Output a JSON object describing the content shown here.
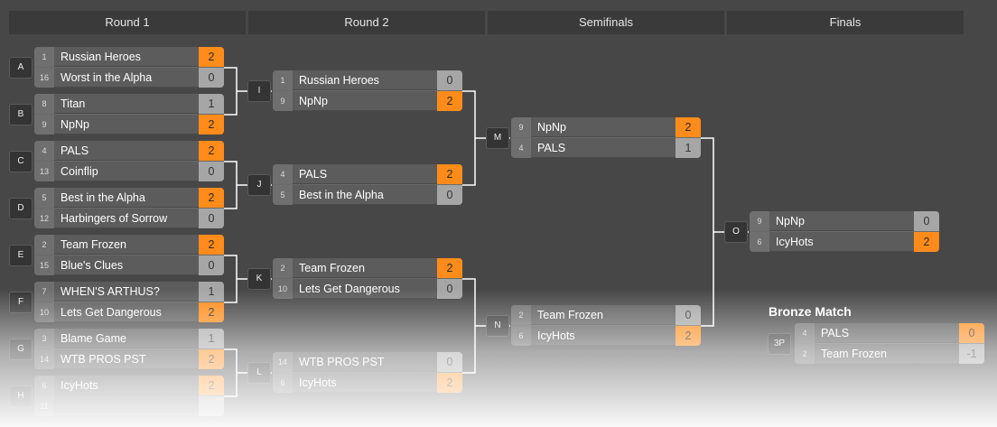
{
  "rounds": [
    "Round 1",
    "Round 2",
    "Semifinals",
    "Finals"
  ],
  "bronze_title": "Bronze Match",
  "matches": [
    {
      "id": "A",
      "teams": [
        {
          "seed": "1",
          "name": "Russian Heroes",
          "score": "2",
          "win": true
        },
        {
          "seed": "16",
          "name": "Worst in the Alpha",
          "score": "0",
          "win": false
        }
      ]
    },
    {
      "id": "B",
      "teams": [
        {
          "seed": "8",
          "name": "Titan",
          "score": "1",
          "win": false
        },
        {
          "seed": "9",
          "name": "NpNp",
          "score": "2",
          "win": true
        }
      ]
    },
    {
      "id": "C",
      "teams": [
        {
          "seed": "4",
          "name": "PALS",
          "score": "2",
          "win": true
        },
        {
          "seed": "13",
          "name": "Coinflip",
          "score": "0",
          "win": false
        }
      ]
    },
    {
      "id": "D",
      "teams": [
        {
          "seed": "5",
          "name": "Best in the Alpha",
          "score": "2",
          "win": true
        },
        {
          "seed": "12",
          "name": "Harbingers of Sorrow",
          "score": "0",
          "win": false
        }
      ]
    },
    {
      "id": "E",
      "teams": [
        {
          "seed": "2",
          "name": "Team Frozen",
          "score": "2",
          "win": true
        },
        {
          "seed": "15",
          "name": "Blue's Clues",
          "score": "0",
          "win": false
        }
      ]
    },
    {
      "id": "F",
      "teams": [
        {
          "seed": "7",
          "name": "WHEN'S ARTHUS?",
          "score": "1",
          "win": false
        },
        {
          "seed": "10",
          "name": "Lets Get Dangerous",
          "score": "2",
          "win": true
        }
      ]
    },
    {
      "id": "G",
      "teams": [
        {
          "seed": "3",
          "name": "Blame Game",
          "score": "1",
          "win": false
        },
        {
          "seed": "14",
          "name": "WTB PROS PST",
          "score": "2",
          "win": true
        }
      ]
    },
    {
      "id": "H",
      "teams": [
        {
          "seed": "6",
          "name": "IcyHots",
          "score": "2",
          "win": true
        },
        {
          "seed": "11",
          "name": "",
          "score": "",
          "win": false
        }
      ]
    },
    {
      "id": "I",
      "teams": [
        {
          "seed": "1",
          "name": "Russian Heroes",
          "score": "0",
          "win": false
        },
        {
          "seed": "9",
          "name": "NpNp",
          "score": "2",
          "win": true
        }
      ]
    },
    {
      "id": "J",
      "teams": [
        {
          "seed": "4",
          "name": "PALS",
          "score": "2",
          "win": true
        },
        {
          "seed": "5",
          "name": "Best in the Alpha",
          "score": "0",
          "win": false
        }
      ]
    },
    {
      "id": "K",
      "teams": [
        {
          "seed": "2",
          "name": "Team Frozen",
          "score": "2",
          "win": true
        },
        {
          "seed": "10",
          "name": "Lets Get Dangerous",
          "score": "0",
          "win": false
        }
      ]
    },
    {
      "id": "L",
      "teams": [
        {
          "seed": "14",
          "name": "WTB PROS PST",
          "score": "0",
          "win": false
        },
        {
          "seed": "6",
          "name": "IcyHots",
          "score": "2",
          "win": true
        }
      ]
    },
    {
      "id": "M",
      "teams": [
        {
          "seed": "9",
          "name": "NpNp",
          "score": "2",
          "win": true
        },
        {
          "seed": "4",
          "name": "PALS",
          "score": "1",
          "win": false
        }
      ]
    },
    {
      "id": "N",
      "teams": [
        {
          "seed": "2",
          "name": "Team Frozen",
          "score": "0",
          "win": false
        },
        {
          "seed": "6",
          "name": "IcyHots",
          "score": "2",
          "win": true
        }
      ]
    },
    {
      "id": "O",
      "teams": [
        {
          "seed": "9",
          "name": "NpNp",
          "score": "0",
          "win": false
        },
        {
          "seed": "6",
          "name": "IcyHots",
          "score": "2",
          "win": true
        }
      ]
    },
    {
      "id": "3P",
      "teams": [
        {
          "seed": "4",
          "name": "PALS",
          "score": "0",
          "win": true
        },
        {
          "seed": "2",
          "name": "Team Frozen",
          "score": "-1",
          "win": false
        }
      ]
    }
  ]
}
